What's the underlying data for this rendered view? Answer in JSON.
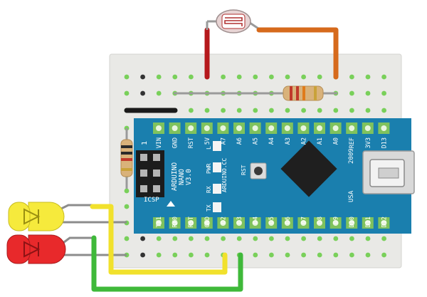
{
  "colors": {
    "breadboard": "#e9e9e6",
    "hole_green": "#79d05a",
    "hole_dark": "#333333",
    "board_blue": "#1a7fae",
    "chip": "#1f1f1f",
    "wire_red": "#b5191c",
    "wire_orange": "#d66a1c",
    "wire_yellow": "#f1e12c",
    "wire_green": "#3fb93a",
    "wire_gray": "#8c8c8c",
    "wire_black": "#1a1a1a",
    "led_yellow": "#f6ea3c",
    "led_red": "#e8292b"
  },
  "board": {
    "top_pin_labels": [
      "VIN",
      "GND",
      "RST",
      "5V",
      "A7",
      "A6",
      "A5",
      "A4",
      "A3",
      "A2",
      "A1",
      "A0",
      "REF",
      "3V3",
      "D13"
    ],
    "bottom_pin_labels": [
      "TX1",
      "RX0",
      "RST",
      "GND",
      "D2",
      "D3",
      "D4",
      "D5",
      "D6",
      "D7",
      "D8",
      "D9",
      "D10",
      "D11",
      "D12"
    ],
    "name_line1": "ARDUINO",
    "name_line2": "NANO",
    "name_line3": "V3.0",
    "website": "ARDUINO.CC",
    "year": "2009",
    "country": "USA",
    "icsp": "ICSP",
    "header_number": "1",
    "led_l": "L",
    "led_pwr": "PWR",
    "led_rx": "RX",
    "led_tx": "TX",
    "rst_button": "RST"
  }
}
